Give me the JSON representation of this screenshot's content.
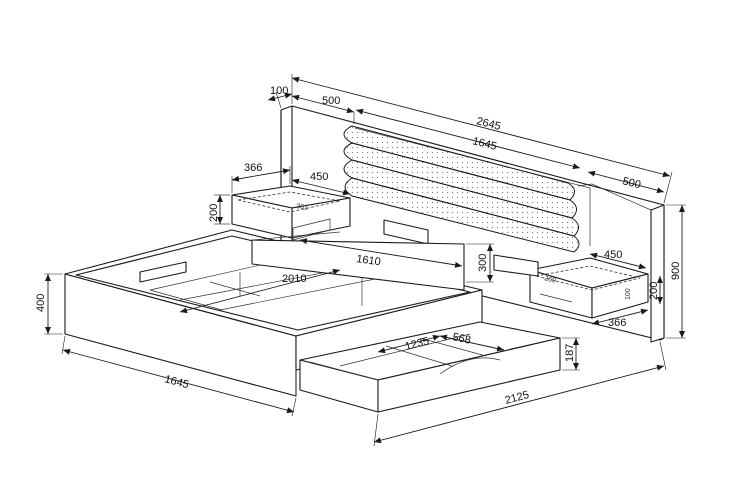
{
  "dimensions": {
    "headboard_total_width": "2645",
    "headboard_center_width": "1645",
    "headboard_side_width_left": "500",
    "headboard_side_width_right": "500",
    "headboard_thickness": "100",
    "headboard_height": "900",
    "nightstand_left_width": "450",
    "nightstand_left_depth": "366",
    "nightstand_left_height": "200",
    "nightstand_left_drawer": "361",
    "nightstand_right_width": "450",
    "nightstand_right_depth": "366",
    "nightstand_right_height": "200",
    "nightstand_right_drawer_h": "100",
    "nightstand_right_drawer_w": "269",
    "bed_length": "2125",
    "bed_width": "1645",
    "bed_height": "400",
    "inner_length": "2010",
    "inner_width": "1610",
    "headrest_height": "300",
    "storage_drawer_length": "1235",
    "storage_drawer_width": "568",
    "storage_drawer_height": "187"
  },
  "colors": {
    "line": "#1a1a1a",
    "background": "#ffffff"
  }
}
